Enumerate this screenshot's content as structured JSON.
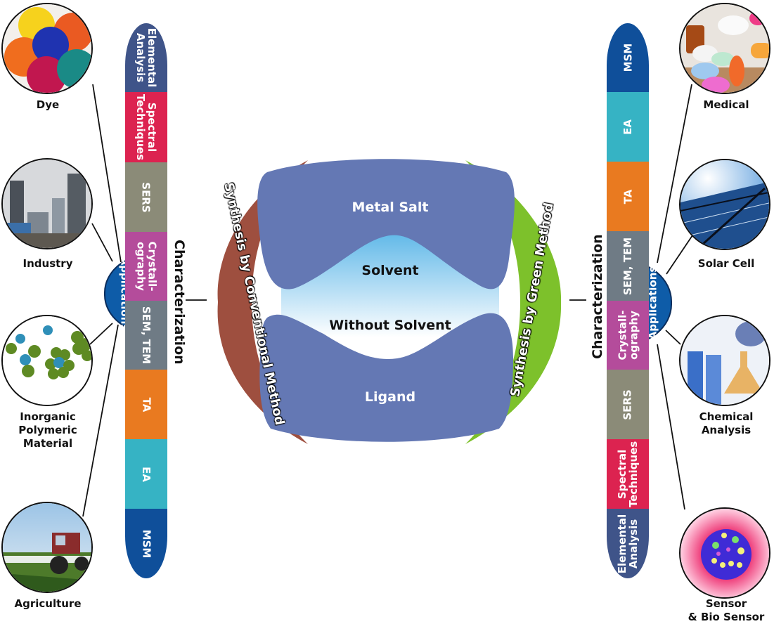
{
  "left_panel": {
    "characterization_label": "Characterization",
    "applications_label": "Applications",
    "segments": [
      {
        "label": "Elemental\nAnalysis",
        "color": "#3f5489"
      },
      {
        "label": "Spectral\nTechniques",
        "color": "#dc2350"
      },
      {
        "label": "SERS",
        "color": "#8b8b78"
      },
      {
        "label": "Crystall-\nography",
        "color": "#b44c9b"
      },
      {
        "label": "SEM, TEM",
        "color": "#6f7b85"
      },
      {
        "label": "TA",
        "color": "#e97a20"
      },
      {
        "label": "EA",
        "color": "#36b3c4"
      },
      {
        "label": "MSM",
        "color": "#0f4f9a"
      }
    ],
    "applications": [
      {
        "label": "Dye",
        "icon": "dye-powder-icon"
      },
      {
        "label": "Industry",
        "icon": "factory-icon"
      },
      {
        "label": "Inorganic\nPolymeric\nMaterial",
        "icon": "molecule-cluster-icon"
      },
      {
        "label": "Agriculture",
        "icon": "tractor-field-icon"
      }
    ]
  },
  "right_panel": {
    "characterization_label": "Characterization",
    "applications_label": "Applications",
    "segments": [
      {
        "label": "MSM",
        "color": "#0f4f9a"
      },
      {
        "label": "EA",
        "color": "#36b3c4"
      },
      {
        "label": "TA",
        "color": "#e97a20"
      },
      {
        "label": "SEM, TEM",
        "color": "#6f7b85"
      },
      {
        "label": "Crystall-\nography",
        "color": "#b44c9b"
      },
      {
        "label": "SERS",
        "color": "#8b8b78"
      },
      {
        "label": "Spectral\nTechniques",
        "color": "#dc2350"
      },
      {
        "label": "Elemental\nAnalysis",
        "color": "#3f5489"
      }
    ],
    "applications": [
      {
        "label": "Medical",
        "icon": "pills-icon"
      },
      {
        "label": "Solar Cell",
        "icon": "solar-panel-icon"
      },
      {
        "label": "Chemical\nAnalysis",
        "icon": "lab-flask-icon"
      },
      {
        "label": "Sensor\n& Bio Sensor",
        "icon": "biosensor-icon"
      }
    ]
  },
  "center": {
    "conventional_label": "Synthesis by Conventional Method",
    "green_label": "Synthesis by Green Method",
    "metal_salt": "Metal Salt",
    "solvent": "Solvent",
    "without_solvent": "Without Solvent",
    "ligand": "Ligand",
    "colors": {
      "blob": "#6478b4",
      "conventional_arc": "#9e4f3f",
      "green_arc": "#7dc12b",
      "solvent_gradient_top": "#5fb8e8"
    }
  }
}
